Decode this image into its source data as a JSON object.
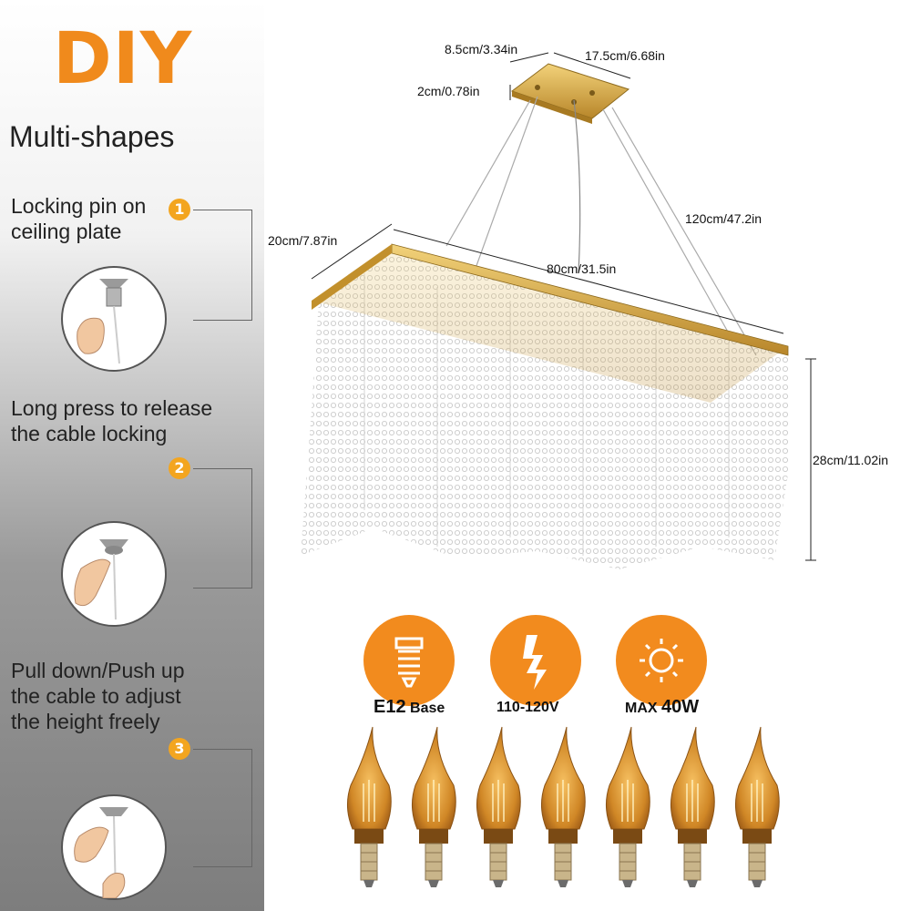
{
  "sidebar": {
    "title": "DIY",
    "subtitle": "Multi-shapes",
    "steps": [
      {
        "number": "1",
        "text_line1": "Locking pin on",
        "text_line2": "ceiling plate",
        "text_line3": ""
      },
      {
        "number": "2",
        "text_line1": "Long press to release",
        "text_line2": "the cable locking",
        "text_line3": ""
      },
      {
        "number": "3",
        "text_line1": "Pull down/Push up",
        "text_line2": "the cable to adjust",
        "text_line3": "the height freely"
      }
    ]
  },
  "dimensions": {
    "plate_depth": "8.5cm/3.34in",
    "plate_length": "17.5cm/6.68in",
    "plate_height": "2cm/0.78in",
    "cable_length": "120cm/47.2in",
    "body_depth": "20cm/7.87in",
    "body_length": "80cm/31.5in",
    "crystal_height": "28cm/11.02in"
  },
  "specs": {
    "base_prefix": "E12",
    "base_suffix": "Base",
    "voltage": "110-120V",
    "wattage_prefix": "MAX",
    "wattage_value": "40W"
  },
  "icons": {
    "base": "bulb-base-icon",
    "voltage": "lightning-bolt-icon",
    "wattage": "sun-icon"
  },
  "colors": {
    "accent": "#f28b1e",
    "badge": "#f3a51f",
    "gold": "#d9a62e",
    "amber_bulb": "#d58a2a"
  },
  "bulbs_count": 7
}
